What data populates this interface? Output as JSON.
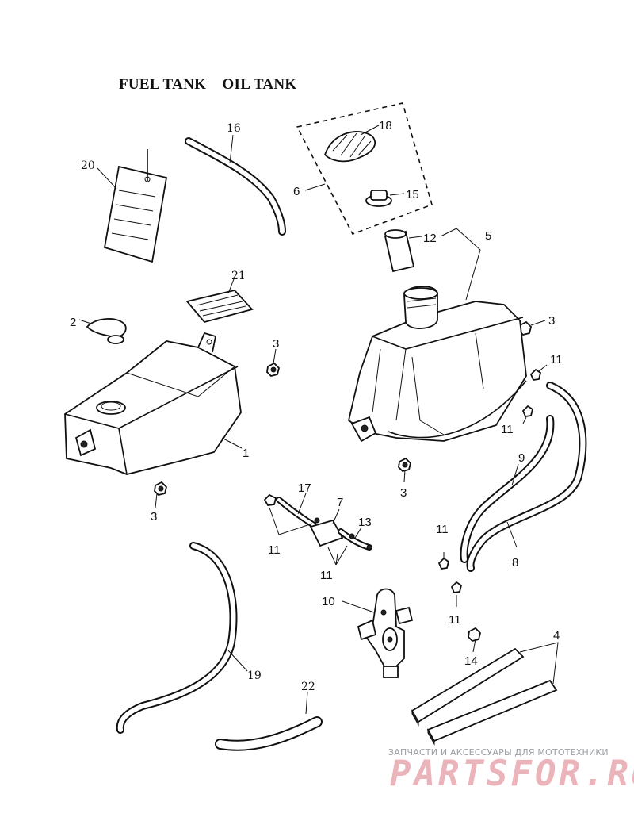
{
  "title": "FUEL TANK    OIL TANK",
  "labels": {
    "p1": "1",
    "p2": "2",
    "p3a": "3",
    "p3b": "3",
    "p3c": "3",
    "p3d": "3",
    "p4": "4",
    "p5": "5",
    "p6": "6",
    "p7": "7",
    "p8": "8",
    "p9": "9",
    "p10": "10",
    "p11a": "11",
    "p11b": "11",
    "p11c": "11",
    "p11d": "11",
    "p11e": "11",
    "p11f": "11",
    "p12": "12",
    "p13": "13",
    "p14": "14",
    "p15": "15",
    "p16": "16",
    "p17": "17",
    "p18": "18",
    "p19": "19",
    "p20": "20",
    "p21": "21",
    "p22": "22"
  },
  "watermark": {
    "caption": "ЗАПЧАСТИ И АКСЕССУАРЫ ДЛЯ МОТОТЕХНИКИ",
    "logo": "PARTSFOR.RU"
  }
}
